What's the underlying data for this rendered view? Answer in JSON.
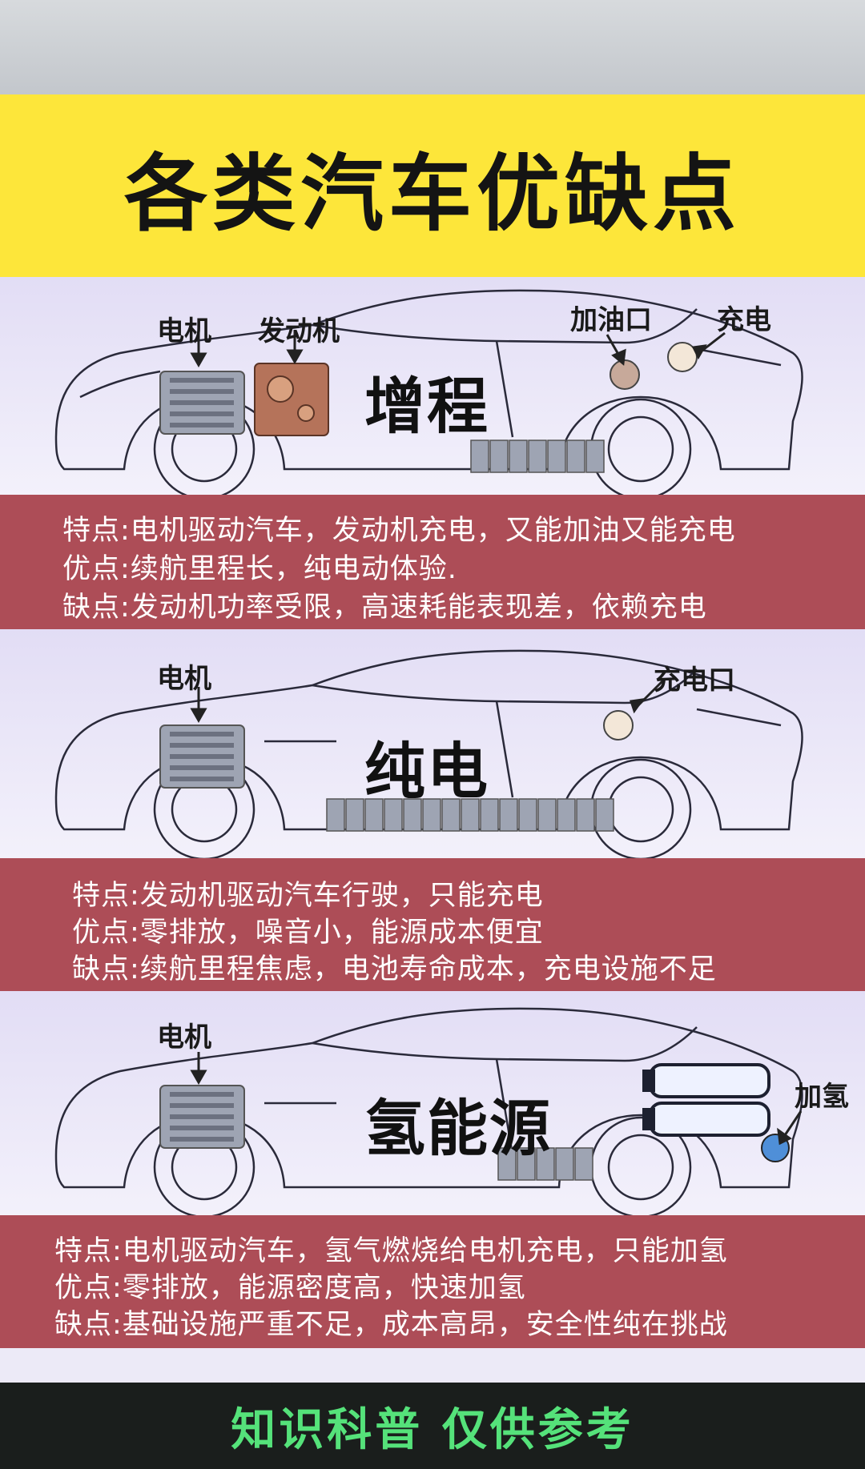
{
  "title": "各类汽车优缺点",
  "sections": [
    {
      "type_label": "增程",
      "labels": {
        "motor": "电机",
        "engine": "发动机",
        "fuel_port": "加油口",
        "charge": "充电"
      },
      "feature": "特点:电机驱动汽车，发动机充电，又能加油又能充电",
      "pros": "优点:续航里程长，纯电动体验.",
      "cons": "缺点:发动机功率受限，高速耗能表现差，依赖充电"
    },
    {
      "type_label": "纯电",
      "labels": {
        "motor": "电机",
        "charge_port": "充电口"
      },
      "feature": "特点:发动机驱动汽车行驶，只能充电",
      "pros": "优点:零排放，噪音小，能源成本便宜",
      "cons": "缺点:续航里程焦虑，电池寿命成本，充电设施不足"
    },
    {
      "type_label": "氢能源",
      "labels": {
        "motor": "电机",
        "hydrogen": "加氢"
      },
      "feature": "特点:电机驱动汽车，氢气燃烧给电机充电，只能加氢",
      "pros": "优点:零排放，能源密度高，快速加氢",
      "cons": "缺点:基础设施严重不足，成本高昂，安全性纯在挑战"
    }
  ],
  "footer": "知识科普 仅供参考",
  "colors": {
    "banner": "#fde63a",
    "panel": "#ad4d57",
    "footer_text": "#55e27a"
  }
}
